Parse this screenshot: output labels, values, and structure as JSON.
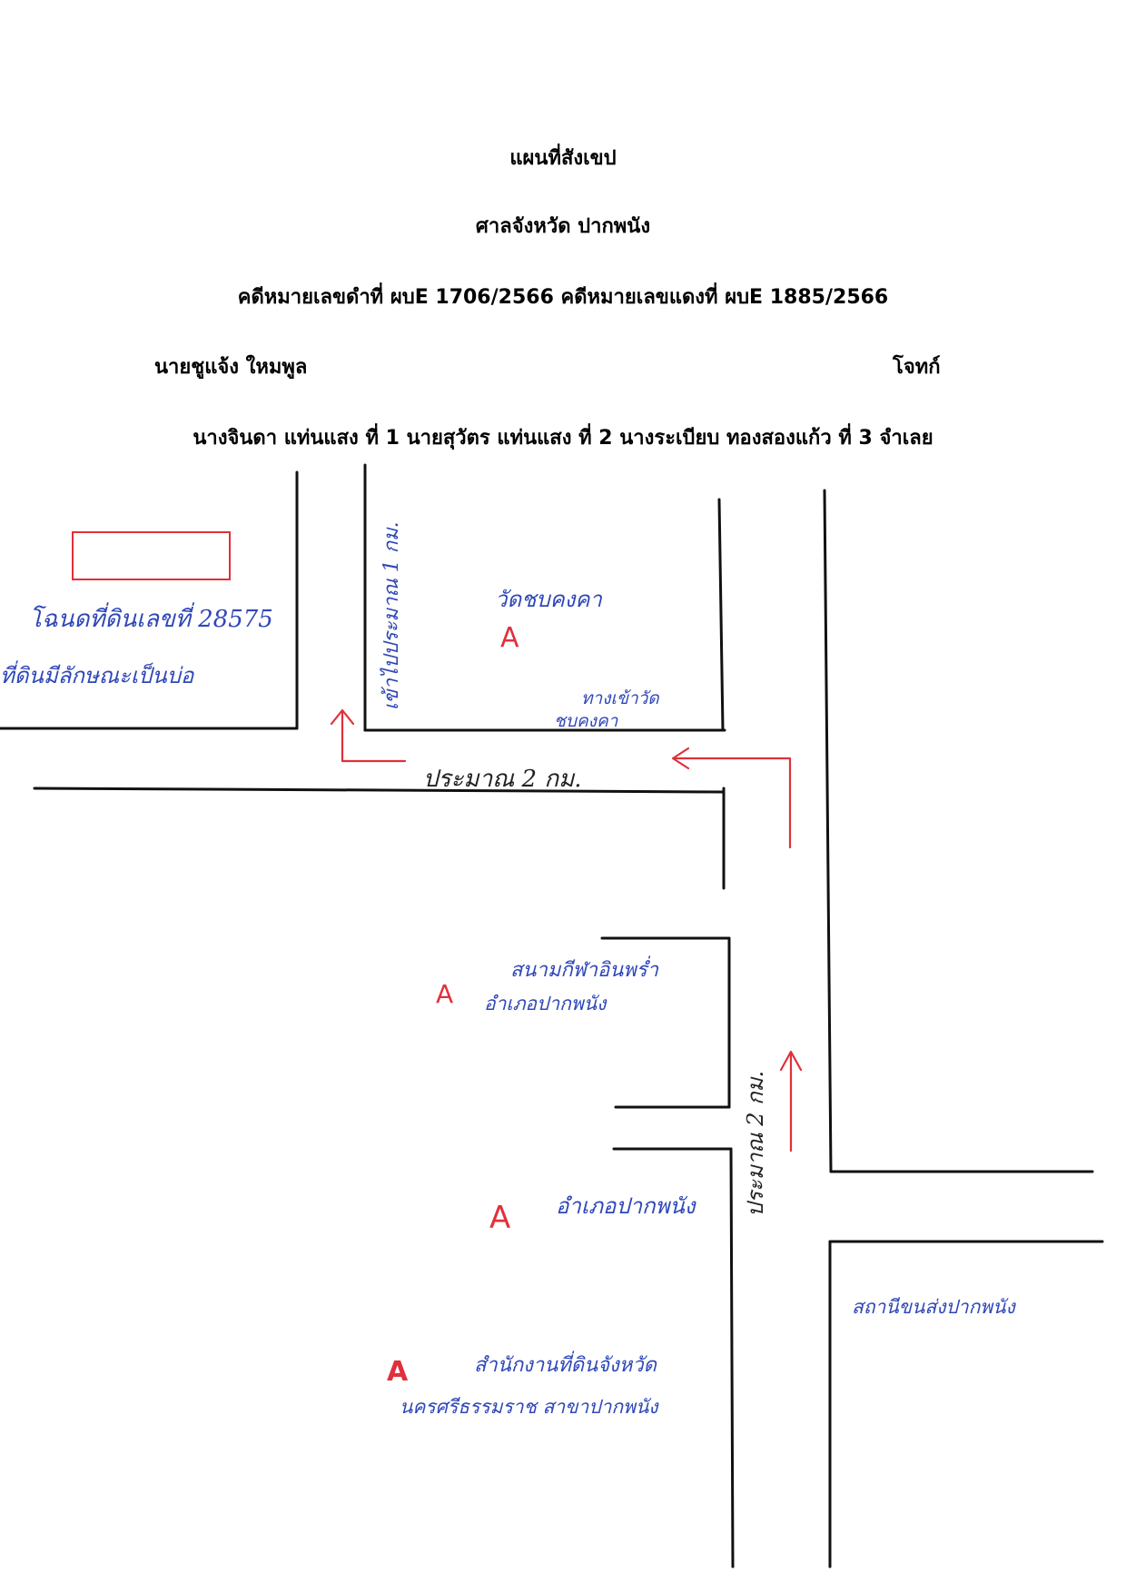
{
  "header": {
    "title": "แผนที่สังเขป",
    "court": "ศาลจังหวัด ปากพนัง",
    "case_numbers": "คดีหมายเลขดำที่ ผบE 1706/2566 คดีหมายเลขแดงที่ ผบE 1885/2566",
    "plaintiff_name": "นายชูแจ้ง ใหมพูล",
    "plaintiff_role": "โจทก์",
    "defendants": "นางจินดา แท่นแสง ที่ 1 นายสุวัตร แท่นแสง ที่ 2 นางระเบียบ ทองสองแก้ว ที่ 3  จำเลย"
  },
  "map": {
    "parcel_label": "โฉนดที่ดินเลขที่ 28575",
    "parcel_note": "ที่ดินมีลักษณะเป็นบ่อ",
    "temple": "วัดชบคงคา",
    "temple_gate_line1": "ทางเข้าวัด",
    "temple_gate_line2": "ชบคงคา",
    "road_left_distance": "เข้าไปประมาณ 1 กม.",
    "road_mid_distance": "ประมาณ 2 กม.",
    "road_right_distance": "ประมาณ 2 กม.",
    "stadium_line1": "สนามกีฬาอินพร่ำ",
    "stadium_line2": "อำเภอปากพนัง",
    "district_office": "อำเภอปากพนัง",
    "land_office_line1": "สำนักงานที่ดินจังหวัด",
    "land_office_line2": "นครศรีธรรมราช สาขาปากพนัง",
    "bus_terminal": "สถานีขนส่งปากพนัง",
    "landmark_symbol": "A"
  },
  "colors": {
    "ink_blue": "#2f47b8",
    "ink_red": "#e0303a",
    "ink_black": "#111111"
  }
}
